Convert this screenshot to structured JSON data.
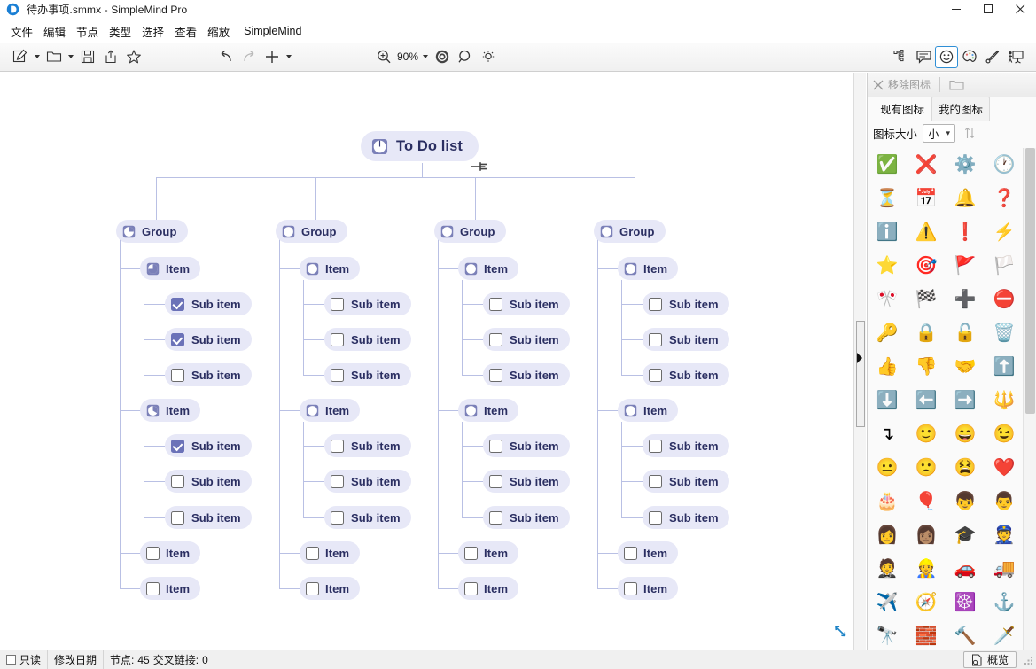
{
  "window": {
    "title": "待办事项.smmx - SimpleMind Pro",
    "app_icon": "simplemind-logo-icon",
    "minimize": "minimize-icon",
    "maximize": "maximize-icon",
    "close": "close-icon"
  },
  "menu": {
    "items": [
      {
        "label": "文件",
        "name": "menu-file"
      },
      {
        "label": "编辑",
        "name": "menu-edit"
      },
      {
        "label": "节点",
        "name": "menu-node"
      },
      {
        "label": "类型",
        "name": "menu-type"
      },
      {
        "label": "选择",
        "name": "menu-select"
      },
      {
        "label": "查看",
        "name": "menu-view"
      },
      {
        "label": "缩放",
        "name": "menu-zoom"
      },
      {
        "label": "SimpleMind",
        "name": "menu-simplemind"
      }
    ]
  },
  "toolbar": {
    "zoom_level": "90%",
    "buttons": [
      "new-document-icon",
      "open-folder-icon",
      "save-icon",
      "export-share-icon",
      "favorite-star-icon",
      "undo-icon",
      "redo-icon",
      "add-node-icon",
      "zoom-in-icon",
      "target-focus-icon",
      "search-icon",
      "highlight-idea-icon"
    ],
    "right_buttons": [
      "outline-tree-icon",
      "note-icon",
      "smiley-icon",
      "palette-icon",
      "brush-icon",
      "presentation-icon"
    ]
  },
  "panel": {
    "remove_icon_label": "移除图标",
    "remove_icon_glyph": "close-x-icon",
    "folder_glyph": "folder-icon",
    "tabs": [
      {
        "label": "现有图标",
        "active": true
      },
      {
        "label": "我的图标",
        "active": false
      }
    ],
    "size_label": "图标大小",
    "size_value": "小",
    "sort_glyph": "sort-arrows-icon",
    "icons": [
      {
        "name": "check-circle-icon",
        "glyph": "✅"
      },
      {
        "name": "cross-mark-icon",
        "glyph": "❌"
      },
      {
        "name": "gear-icon",
        "glyph": "⚙️"
      },
      {
        "name": "clock-icon",
        "glyph": "🕐"
      },
      {
        "name": "hourglass-icon",
        "glyph": "⏳"
      },
      {
        "name": "calendar-icon",
        "glyph": "📅"
      },
      {
        "name": "bell-icon",
        "glyph": "🔔"
      },
      {
        "name": "question-mark-icon",
        "glyph": "❓"
      },
      {
        "name": "information-icon",
        "glyph": "ℹ️"
      },
      {
        "name": "warning-triangle-icon",
        "glyph": "⚠️"
      },
      {
        "name": "exclamation-diamond-icon",
        "glyph": "❗"
      },
      {
        "name": "lightning-bolt-icon",
        "glyph": "⚡"
      },
      {
        "name": "star-icon",
        "glyph": "⭐"
      },
      {
        "name": "target-dart-icon",
        "glyph": "🎯"
      },
      {
        "name": "green-flag-icon",
        "glyph": "🚩"
      },
      {
        "name": "orange-flag-icon",
        "glyph": "🏳️"
      },
      {
        "name": "red-flag-icon",
        "glyph": "🎌"
      },
      {
        "name": "checkered-flag-icon",
        "glyph": "🏁"
      },
      {
        "name": "plus-circle-icon",
        "glyph": "➕"
      },
      {
        "name": "minus-circle-icon",
        "glyph": "⛔"
      },
      {
        "name": "key-icon",
        "glyph": "🔑"
      },
      {
        "name": "lock-closed-icon",
        "glyph": "🔒"
      },
      {
        "name": "lock-open-icon",
        "glyph": "🔓"
      },
      {
        "name": "trash-icon",
        "glyph": "🗑️"
      },
      {
        "name": "thumbs-up-icon",
        "glyph": "👍"
      },
      {
        "name": "thumbs-down-icon",
        "glyph": "👎"
      },
      {
        "name": "handshake-icon",
        "glyph": "🤝"
      },
      {
        "name": "arrow-up-circle-icon",
        "glyph": "⬆️"
      },
      {
        "name": "arrow-down-circle-icon",
        "glyph": "⬇️"
      },
      {
        "name": "arrow-left-circle-icon",
        "glyph": "⬅️"
      },
      {
        "name": "arrow-right-circle-icon",
        "glyph": "➡️"
      },
      {
        "name": "split-arrows-icon",
        "glyph": "🔱"
      },
      {
        "name": "merge-arrow-icon",
        "glyph": "↴"
      },
      {
        "name": "smiley-face-icon",
        "glyph": "🙂"
      },
      {
        "name": "laughing-face-icon",
        "glyph": "😄"
      },
      {
        "name": "winking-face-icon",
        "glyph": "😉"
      },
      {
        "name": "neutral-face-icon",
        "glyph": "😐"
      },
      {
        "name": "sad-face-icon",
        "glyph": "🙁"
      },
      {
        "name": "distressed-face-icon",
        "glyph": "😫"
      },
      {
        "name": "heart-icon",
        "glyph": "❤️"
      },
      {
        "name": "birthday-cake-icon",
        "glyph": "🎂"
      },
      {
        "name": "balloon-icon",
        "glyph": "🎈"
      },
      {
        "name": "person-boy-icon",
        "glyph": "👦"
      },
      {
        "name": "person-man-icon",
        "glyph": "👨"
      },
      {
        "name": "person-woman-red-icon",
        "glyph": "👩"
      },
      {
        "name": "person-woman-icon",
        "glyph": "👩🏽"
      },
      {
        "name": "graduation-cap-icon",
        "glyph": "🎓"
      },
      {
        "name": "police-officer-icon",
        "glyph": "👮"
      },
      {
        "name": "businessman-icon",
        "glyph": "🤵"
      },
      {
        "name": "construction-worker-icon",
        "glyph": "👷"
      },
      {
        "name": "car-icon",
        "glyph": "🚗"
      },
      {
        "name": "truck-icon",
        "glyph": "🚚"
      },
      {
        "name": "airplane-icon",
        "glyph": "✈️"
      },
      {
        "name": "compass-icon",
        "glyph": "🧭"
      },
      {
        "name": "ships-wheel-icon",
        "glyph": "☸️"
      },
      {
        "name": "anchor-icon",
        "glyph": "⚓"
      },
      {
        "name": "binoculars-icon",
        "glyph": "🔭"
      },
      {
        "name": "brick-wall-icon",
        "glyph": "🧱"
      },
      {
        "name": "hammer-icon",
        "glyph": "🔨"
      },
      {
        "name": "sword-icon",
        "glyph": "🗡️"
      }
    ]
  },
  "statusbar": {
    "readonly_label": "只读",
    "modified_label": "修改日期",
    "nodes_label": "节点:",
    "nodes_count": "45",
    "crosslinks_label": "交叉链接:",
    "crosslinks_count": "0",
    "overview_label": "概览",
    "overview_icon": "page-overview-icon"
  },
  "mindmap": {
    "root": {
      "label": "To Do list",
      "progress": "quarter"
    },
    "groups": [
      {
        "label": "Group",
        "progress": "quarter",
        "items": [
          {
            "label": "Item",
            "progress": "half",
            "subs": [
              {
                "label": "Sub item",
                "checked": true
              },
              {
                "label": "Sub item",
                "checked": true
              },
              {
                "label": "Sub item",
                "checked": false
              }
            ]
          },
          {
            "label": "Item",
            "progress": "third",
            "subs": [
              {
                "label": "Sub item",
                "checked": true
              },
              {
                "label": "Sub item",
                "checked": false
              },
              {
                "label": "Sub item",
                "checked": false
              }
            ]
          },
          {
            "label": "Item",
            "checkbox": true,
            "checked": false,
            "subs": []
          },
          {
            "label": "Item",
            "checkbox": true,
            "checked": false,
            "subs": []
          }
        ]
      },
      {
        "label": "Group",
        "progress": "empty",
        "items": [
          {
            "label": "Item",
            "progress": "empty",
            "subs": [
              {
                "label": "Sub item",
                "checked": false
              },
              {
                "label": "Sub item",
                "checked": false
              },
              {
                "label": "Sub item",
                "checked": false
              }
            ]
          },
          {
            "label": "Item",
            "progress": "empty",
            "subs": [
              {
                "label": "Sub item",
                "checked": false
              },
              {
                "label": "Sub item",
                "checked": false
              },
              {
                "label": "Sub item",
                "checked": false
              }
            ]
          },
          {
            "label": "Item",
            "checkbox": true,
            "checked": false,
            "subs": []
          },
          {
            "label": "Item",
            "checkbox": true,
            "checked": false,
            "subs": []
          }
        ]
      },
      {
        "label": "Group",
        "progress": "empty",
        "items": [
          {
            "label": "Item",
            "progress": "empty",
            "subs": [
              {
                "label": "Sub item",
                "checked": false
              },
              {
                "label": "Sub item",
                "checked": false
              },
              {
                "label": "Sub item",
                "checked": false
              }
            ]
          },
          {
            "label": "Item",
            "progress": "empty",
            "subs": [
              {
                "label": "Sub item",
                "checked": false
              },
              {
                "label": "Sub item",
                "checked": false
              },
              {
                "label": "Sub item",
                "checked": false
              }
            ]
          },
          {
            "label": "Item",
            "checkbox": true,
            "checked": false,
            "subs": []
          },
          {
            "label": "Item",
            "checkbox": true,
            "checked": false,
            "subs": []
          }
        ]
      },
      {
        "label": "Group",
        "progress": "empty",
        "items": [
          {
            "label": "Item",
            "progress": "empty",
            "subs": [
              {
                "label": "Sub item",
                "checked": false
              },
              {
                "label": "Sub item",
                "checked": false
              },
              {
                "label": "Sub item",
                "checked": false
              }
            ]
          },
          {
            "label": "Item",
            "progress": "empty",
            "subs": [
              {
                "label": "Sub item",
                "checked": false
              },
              {
                "label": "Sub item",
                "checked": false
              },
              {
                "label": "Sub item",
                "checked": false
              }
            ]
          },
          {
            "label": "Item",
            "checkbox": true,
            "checked": false,
            "subs": []
          },
          {
            "label": "Item",
            "checkbox": true,
            "checked": false,
            "subs": []
          }
        ]
      }
    ]
  },
  "colors": {
    "node_bg": "#e7e8f7",
    "node_text": "#2b2f62",
    "connector": "#b9c0e4",
    "checkbox_checked": "#6b72b8",
    "accent_blue": "#2f8fd6"
  }
}
